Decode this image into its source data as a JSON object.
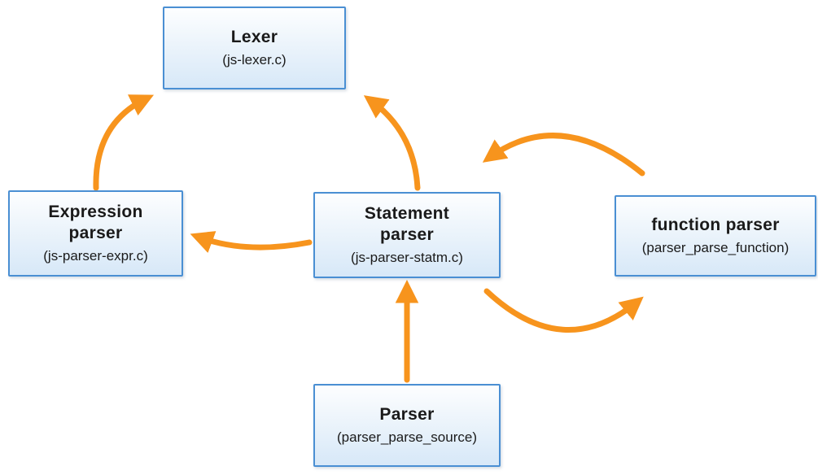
{
  "diagram": {
    "type": "architecture-flow",
    "background_color": "#ffffff",
    "arrow_color": "#F7941D",
    "box_border_color": "#4A8FD3",
    "box_fill_top": "#FDFEFF",
    "box_fill_bottom": "#D7E8F8",
    "nodes": {
      "lexer": {
        "title": "Lexer",
        "subtitle": "(js-lexer.c)"
      },
      "expression_parser": {
        "title": "Expression\nparser",
        "subtitle": "(js-parser-expr.c)"
      },
      "statement_parser": {
        "title": "Statement\nparser",
        "subtitle": "(js-parser-statm.c)"
      },
      "function_parser": {
        "title": "function parser",
        "subtitle": "(parser_parse_function)"
      },
      "parser": {
        "title": "Parser",
        "subtitle": "(parser_parse_source)"
      }
    },
    "edges": [
      {
        "from": "expression_parser",
        "to": "lexer"
      },
      {
        "from": "statement_parser",
        "to": "lexer"
      },
      {
        "from": "statement_parser",
        "to": "expression_parser"
      },
      {
        "from": "function_parser",
        "to": "statement_parser"
      },
      {
        "from": "statement_parser",
        "to": "function_parser"
      },
      {
        "from": "parser",
        "to": "statement_parser"
      }
    ]
  }
}
